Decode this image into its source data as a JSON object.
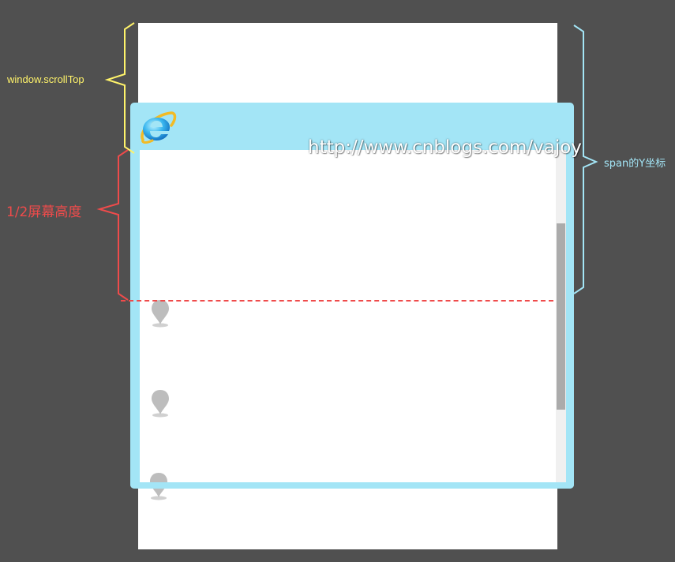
{
  "annotations": {
    "scroll_top_label": "window.scrollTop",
    "half_screen_label": "1/2屏幕高度",
    "span_y_label": "span的Y坐标"
  },
  "browser": {
    "icon": "ie-logo-icon",
    "watermark": "http://www.cnblogs.com/vajoy"
  },
  "markers": {
    "icon": "map-pin-icon",
    "count": 3
  },
  "colors": {
    "background": "#505050",
    "scroll_top_brace": "#fff36a",
    "half_screen_brace": "#ef4b4b",
    "span_y_brace": "#a3e5f6",
    "browser_frame": "#a3e5f6",
    "pin": "#bdbdbd"
  }
}
